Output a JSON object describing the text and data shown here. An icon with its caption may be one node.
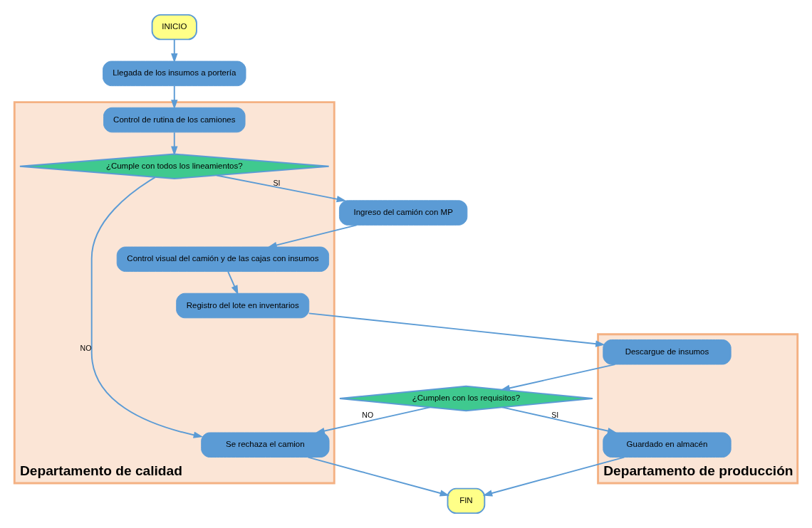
{
  "diagram": {
    "nodes": [
      {
        "text": [
          "Departamento de calidad"
        ]
      },
      {
        "text": [
          "Departamento de producción"
        ]
      },
      {
        "text": [
          "INICIO"
        ]
      },
      {
        "text": [
          "Llegada de los insumos a portería"
        ]
      },
      {
        "text": [
          "Control de rutina de los camiones"
        ],
        "in": 0
      },
      {
        "text": [
          "¿Cumple con todos los lineamientos?"
        ],
        "in": 0
      },
      {
        "text": [
          "Ingreso del camión con MP"
        ]
      },
      {
        "text": [
          "Control visual del camión y de las cajas con insumos"
        ],
        "in": 0
      },
      {
        "text": [
          "Registro del lote en inventarios"
        ],
        "in": 0
      },
      {
        "text": [
          "Descargue de insumos"
        ],
        "in": 1
      },
      {
        "text": [
          "¿Cumplen con los requisitos?"
        ]
      },
      {
        "text": [
          "Se rechaza el camion"
        ],
        "in": 0
      },
      {
        "text": [
          "Guardado en almacén"
        ],
        "in": 1
      },
      {
        "text": [
          "FIN"
        ]
      }
    ],
    "edges": [
      {
        "from": 2,
        "to": 3,
        "arrow": "to"
      },
      {
        "from": 3,
        "to": 4,
        "arrow": "to"
      },
      {
        "from": 4,
        "to": 5,
        "arrow": "to"
      },
      {
        "from": 5,
        "to": 6,
        "arrow": "to",
        "label": "SI"
      },
      {
        "from": 5,
        "to": 11,
        "arrow": "to",
        "label": "NO"
      },
      {
        "from": 6,
        "to": 7,
        "arrow": "to"
      },
      {
        "from": 7,
        "to": 8,
        "arrow": "to"
      },
      {
        "from": 8,
        "to": 9,
        "arrow": "to"
      },
      {
        "from": 9,
        "to": 10,
        "arrow": "to"
      },
      {
        "from": 10,
        "to": 11,
        "arrow": "to",
        "label": "NO"
      },
      {
        "from": 10,
        "to": 12,
        "arrow": "to",
        "label": "SI"
      },
      {
        "from": 11,
        "to": 13,
        "arrow": "to"
      },
      {
        "from": 12,
        "to": 13,
        "arrow": "to"
      }
    ]
  }
}
